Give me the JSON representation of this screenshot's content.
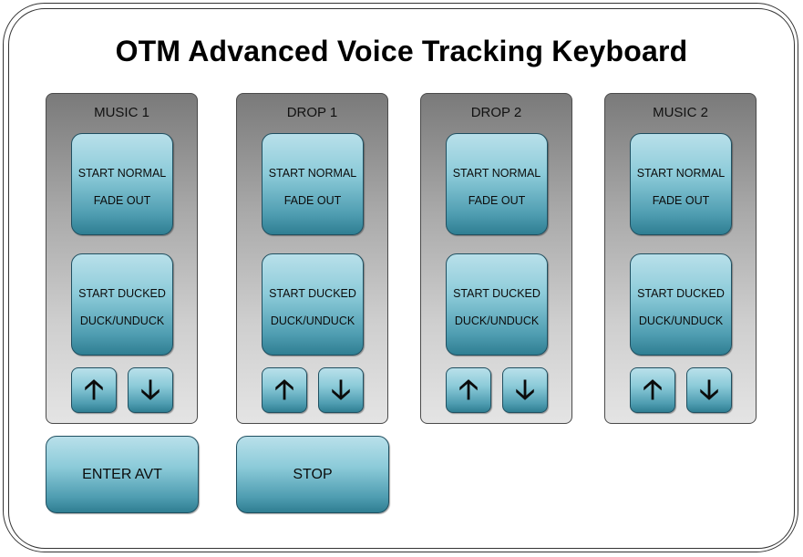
{
  "title": "OTM Advanced Voice Tracking Keyboard",
  "panels": [
    {
      "name": "MUSIC 1",
      "btn1": {
        "line1": "START NORMAL",
        "line2": "FADE OUT"
      },
      "btn2": {
        "line1": "START DUCKED",
        "line2": "DUCK/UNDUCK"
      }
    },
    {
      "name": "DROP 1",
      "btn1": {
        "line1": "START NORMAL",
        "line2": "FADE OUT"
      },
      "btn2": {
        "line1": "START DUCKED",
        "line2": "DUCK/UNDUCK"
      }
    },
    {
      "name": "DROP 2",
      "btn1": {
        "line1": "START NORMAL",
        "line2": "FADE OUT"
      },
      "btn2": {
        "line1": "START DUCKED",
        "line2": "DUCK/UNDUCK"
      }
    },
    {
      "name": "MUSIC 2",
      "btn1": {
        "line1": "START NORMAL",
        "line2": "FADE OUT"
      },
      "btn2": {
        "line1": "START DUCKED",
        "line2": "DUCK/UNDUCK"
      }
    }
  ],
  "arrows": {
    "up": "🡡",
    "down": "🡣"
  },
  "bottom_buttons": {
    "enter": "ENTER AVT",
    "stop": "STOP"
  },
  "colors": {
    "button_top": "#b9e0ea",
    "button_bottom": "#2f7e92",
    "panel_top": "#7a7a7a",
    "panel_bottom": "#e4e4e4"
  }
}
